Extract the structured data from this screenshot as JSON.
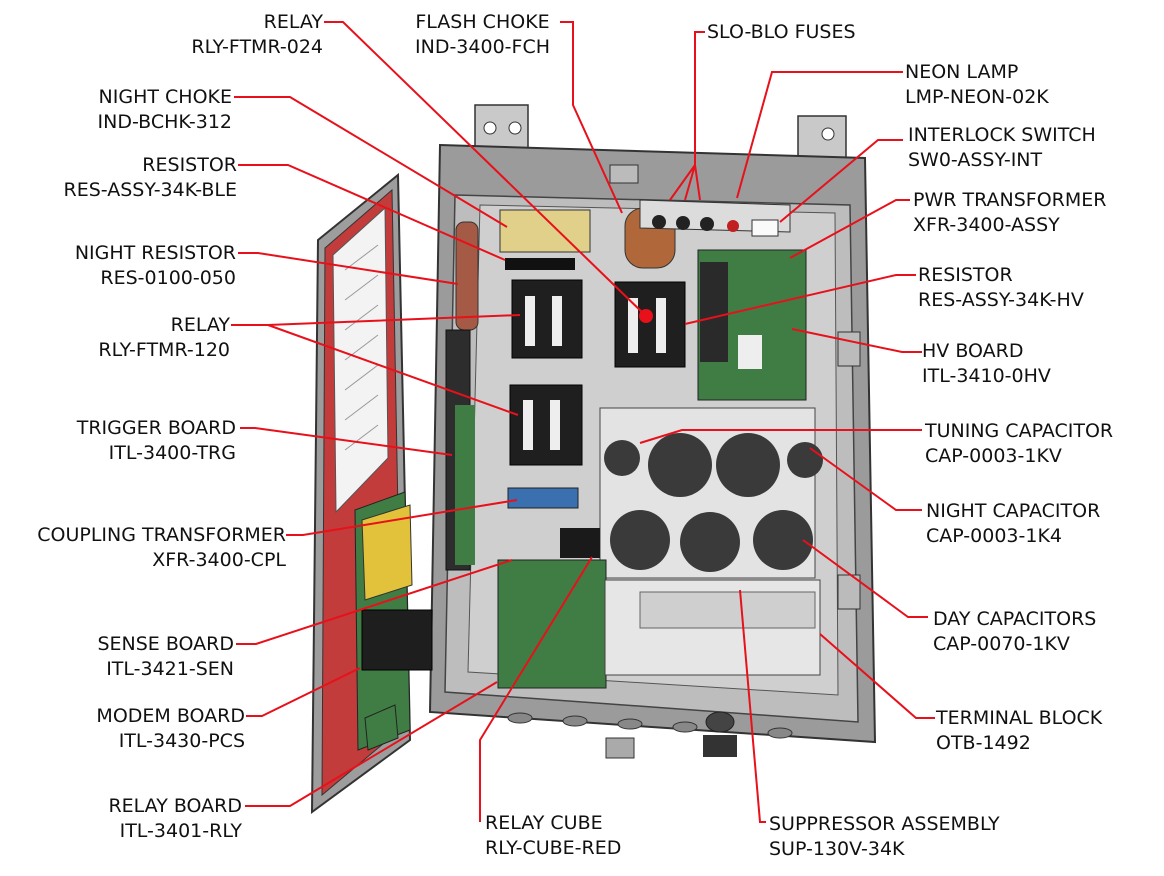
{
  "colors": {
    "leader": "#e8101a",
    "enclosure": "#8d8d8d",
    "board_green": "#3f7d45",
    "capacitor": "#3a3a3a",
    "choke_brown": "#b0683a",
    "relay_black": "#222222"
  },
  "callouts": {
    "relay_024": {
      "name": "RELAY",
      "part": "RLY-FTMR-024"
    },
    "flash_choke": {
      "name": "FLASH CHOKE",
      "part": "IND-3400-FCH"
    },
    "slo_blo_fuses": {
      "name": "SLO-BLO FUSES"
    },
    "neon_lamp": {
      "name": "NEON LAMP",
      "part": "LMP-NEON-02K"
    },
    "night_choke": {
      "name": "NIGHT CHOKE",
      "part": "IND-BCHK-312"
    },
    "interlock_switch": {
      "name": "INTERLOCK SWITCH",
      "part": "SW0-ASSY-INT"
    },
    "resistor_ble": {
      "name": "RESISTOR",
      "part": "RES-ASSY-34K-BLE"
    },
    "pwr_transformer": {
      "name": "PWR TRANSFORMER",
      "part": "XFR-3400-ASSY"
    },
    "night_resistor": {
      "name": "NIGHT RESISTOR",
      "part": "RES-0100-050"
    },
    "resistor_hv": {
      "name": "RESISTOR",
      "part": "RES-ASSY-34K-HV"
    },
    "relay_120": {
      "name": "RELAY",
      "part": "RLY-FTMR-120"
    },
    "hv_board": {
      "name": "HV BOARD",
      "part": "ITL-3410-0HV"
    },
    "trigger_board": {
      "name": "TRIGGER BOARD",
      "part": "ITL-3400-TRG"
    },
    "tuning_capacitor": {
      "name": "TUNING CAPACITOR",
      "part": "CAP-0003-1KV"
    },
    "night_capacitor": {
      "name": "NIGHT CAPACITOR",
      "part": "CAP-0003-1K4"
    },
    "coupling_transformer": {
      "name": "COUPLING TRANSFORMER",
      "part": "XFR-3400-CPL"
    },
    "day_capacitors": {
      "name": "DAY CAPACITORS",
      "part": "CAP-0070-1KV"
    },
    "sense_board": {
      "name": "SENSE BOARD",
      "part": "ITL-3421-SEN"
    },
    "modem_board": {
      "name": "MODEM BOARD",
      "part": "ITL-3430-PCS"
    },
    "terminal_block": {
      "name": "TERMINAL BLOCK",
      "part": "OTB-1492"
    },
    "relay_board": {
      "name": "RELAY BOARD",
      "part": "ITL-3401-RLY"
    },
    "relay_cube": {
      "name": "RELAY CUBE",
      "part": "RLY-CUBE-RED"
    },
    "suppressor_assembly": {
      "name": "SUPPRESSOR ASSEMBLY",
      "part": "SUP-130V-34K"
    }
  }
}
